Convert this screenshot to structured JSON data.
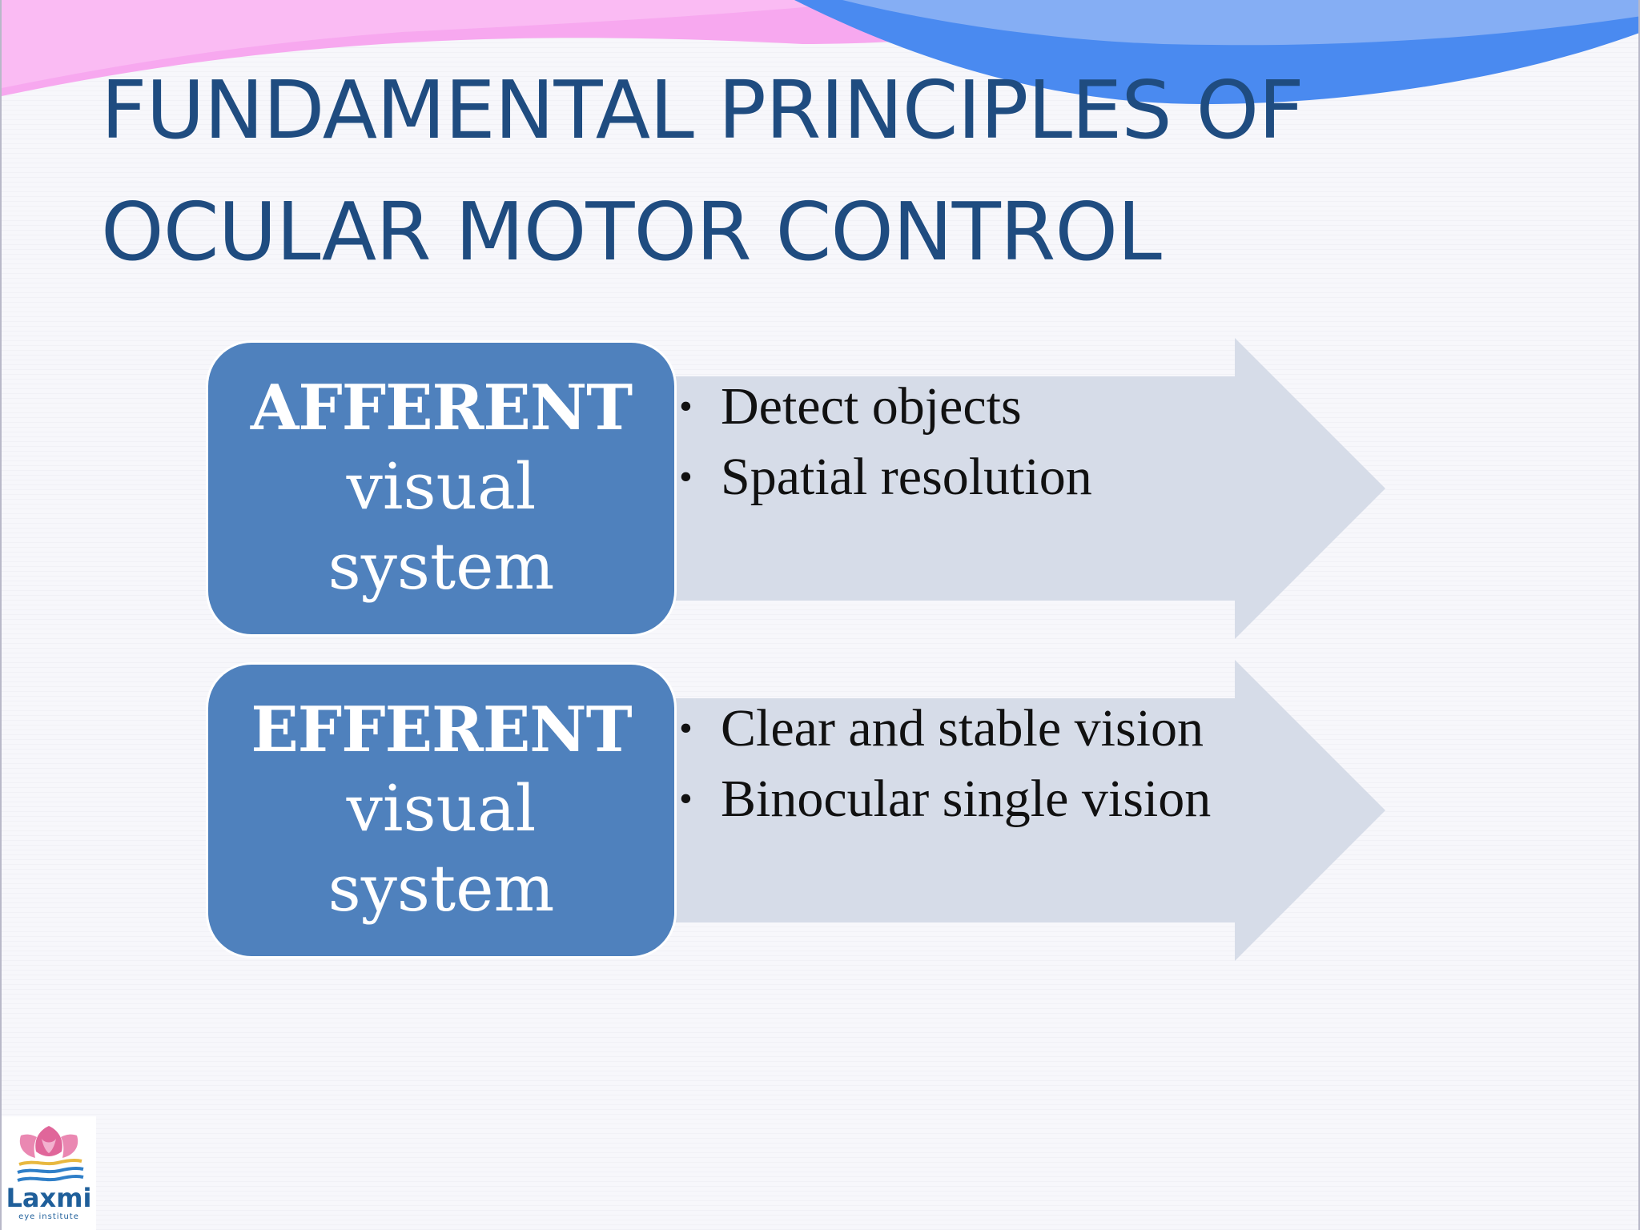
{
  "slide": {
    "title_line1": "FUNDAMENTAL PRINCIPLES OF",
    "title_line2": "OCULAR MOTOR CONTROL"
  },
  "rows": [
    {
      "heading": "AFFERENT",
      "sub_line1": "visual",
      "sub_line2": "system",
      "bullets": [
        "Detect objects",
        "Spatial resolution"
      ]
    },
    {
      "heading": "EFFERENT",
      "sub_line1": "visual",
      "sub_line2": "system",
      "bullets": [
        "Clear and stable vision",
        "Binocular single vision"
      ]
    }
  ],
  "logo": {
    "name": "Laxmi",
    "tagline": "eye institute",
    "icon": "lotus-icon"
  },
  "colors": {
    "title": "#1f4c80",
    "box_fill": "#4f81bd",
    "arrow_fill": "#d6dce8",
    "banner_pink": "#f7a8ef",
    "banner_blue": "#4a8af0"
  }
}
